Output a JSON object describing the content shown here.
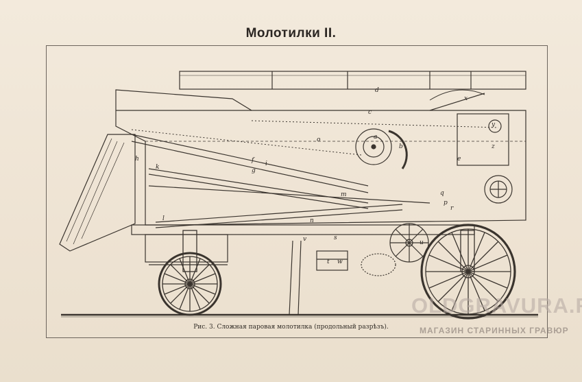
{
  "plate": {
    "title": "Молотилки II.",
    "caption": "Рис. 3. Сложная паровая молотилка (продольный разрѣзъ)."
  },
  "watermark": {
    "main": "OLDGRAVURA.RU",
    "sub": "МАГАЗИН СТАРИННЫХ ГРАВЮР"
  },
  "labels": [
    "d",
    "c",
    "x",
    "y",
    "a",
    "b",
    "z",
    "e",
    "h",
    "k",
    "f",
    "g",
    "o",
    "i",
    "m",
    "n",
    "l",
    "s",
    "v",
    "t",
    "w",
    "u",
    "q",
    "p",
    "r"
  ],
  "colors": {
    "paper": "#efe5d6",
    "ink": "#3a342e",
    "watermark": "#b4a8a0"
  }
}
